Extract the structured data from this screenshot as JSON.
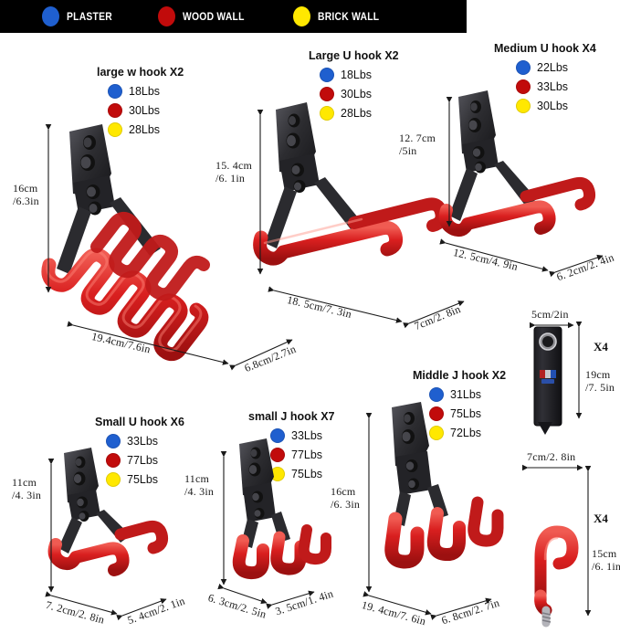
{
  "legend": {
    "items": [
      {
        "label": "PLASTER",
        "color": "#1f5fcf",
        "icon": "blue-dot-icon"
      },
      {
        "label": "WOOD WALL",
        "color": "#c10b0b",
        "icon": "red-dot-icon"
      },
      {
        "label": "BRICK WALL",
        "color": "#ffe800",
        "icon": "yellow-dot-icon"
      }
    ]
  },
  "colors": {
    "plaster": "#1f5fcf",
    "wood": "#c10b0b",
    "brick": "#ffe800",
    "hook_red": "#d81f1f",
    "hook_black": "#2b2b2e",
    "bar_background": "#000000"
  },
  "products": [
    {
      "id": "large-w-hook",
      "title": "large w hook X2",
      "weights": [
        {
          "wall": "PLASTER",
          "value": "18Lbs",
          "color": "#1f5fcf"
        },
        {
          "wall": "WOOD WALL",
          "value": "30Lbs",
          "color": "#c10b0b"
        },
        {
          "wall": "BRICK WALL",
          "value": "28Lbs",
          "color": "#ffe800"
        }
      ],
      "dimensions": {
        "height": "16cm\n/6.3in",
        "height_line1": "16cm",
        "height_line2": "/6.3in",
        "width": "19.4cm/7.6in",
        "depth": "6.8cm/2.7in"
      }
    },
    {
      "id": "large-u-hook",
      "title": "Large U hook X2",
      "weights": [
        {
          "wall": "PLASTER",
          "value": "18Lbs",
          "color": "#1f5fcf"
        },
        {
          "wall": "WOOD WALL",
          "value": "30Lbs",
          "color": "#c10b0b"
        },
        {
          "wall": "BRICK WALL",
          "value": "28Lbs",
          "color": "#ffe800"
        }
      ],
      "dimensions": {
        "height_line1": "15. 4cm",
        "height_line2": "/6. 1in",
        "width": "18. 5cm/7. 3in",
        "depth": "7cm/2. 8in"
      }
    },
    {
      "id": "medium-u-hook",
      "title": "Medium U hook X4",
      "weights": [
        {
          "wall": "PLASTER",
          "value": "22Lbs",
          "color": "#1f5fcf"
        },
        {
          "wall": "WOOD WALL",
          "value": "33Lbs",
          "color": "#c10b0b"
        },
        {
          "wall": "BRICK WALL",
          "value": "30Lbs",
          "color": "#ffe800"
        }
      ],
      "dimensions": {
        "height_line1": "12. 7cm",
        "height_line2": "/5in",
        "width": "12. 5cm/4. 9in",
        "depth": "6. 2cm/2. 4in"
      }
    },
    {
      "id": "small-u-hook",
      "title": "Small U hook X6",
      "weights": [
        {
          "wall": "PLASTER",
          "value": "33Lbs",
          "color": "#1f5fcf"
        },
        {
          "wall": "WOOD WALL",
          "value": "77Lbs",
          "color": "#c10b0b"
        },
        {
          "wall": "BRICK WALL",
          "value": "75Lbs",
          "color": "#ffe800"
        }
      ],
      "dimensions": {
        "height_line1": "11cm",
        "height_line2": "/4. 3in",
        "width": "7. 2cm/2. 8in",
        "depth": "5. 4cm/2. 1in"
      }
    },
    {
      "id": "small-j-hook",
      "title": "small J hook X7",
      "weights": [
        {
          "wall": "PLASTER",
          "value": "33Lbs",
          "color": "#1f5fcf"
        },
        {
          "wall": "WOOD WALL",
          "value": "77Lbs",
          "color": "#c10b0b"
        },
        {
          "wall": "BRICK WALL",
          "value": "75Lbs",
          "color": "#ffe800"
        }
      ],
      "dimensions": {
        "height_line1": "11cm",
        "height_line2": "/4. 3in",
        "width": "6. 3cm/2. 5in",
        "depth": "3. 5cm/1. 4in"
      }
    },
    {
      "id": "middle-j-hook",
      "title": "Middle J hook X2",
      "weights": [
        {
          "wall": "PLASTER",
          "value": "31Lbs",
          "color": "#1f5fcf"
        },
        {
          "wall": "WOOD WALL",
          "value": "75Lbs",
          "color": "#c10b0b"
        },
        {
          "wall": "BRICK WALL",
          "value": "72Lbs",
          "color": "#ffe800"
        }
      ],
      "dimensions": {
        "height_line1": "16cm",
        "height_line2": "/6. 3in",
        "width": "19. 4cm/7. 6in",
        "depth": "6. 8cm/2. 7in"
      }
    }
  ],
  "accessories": [
    {
      "id": "black-strap",
      "qty": "X4",
      "dimensions": {
        "width": "5cm/2in",
        "height_line1": "19cm",
        "height_line2": "/7. 5in"
      }
    },
    {
      "id": "screw-in-hook",
      "qty": "X4",
      "dimensions": {
        "width": "7cm/2. 8in",
        "height_line1": "15cm",
        "height_line2": "/6. 1in"
      }
    }
  ]
}
